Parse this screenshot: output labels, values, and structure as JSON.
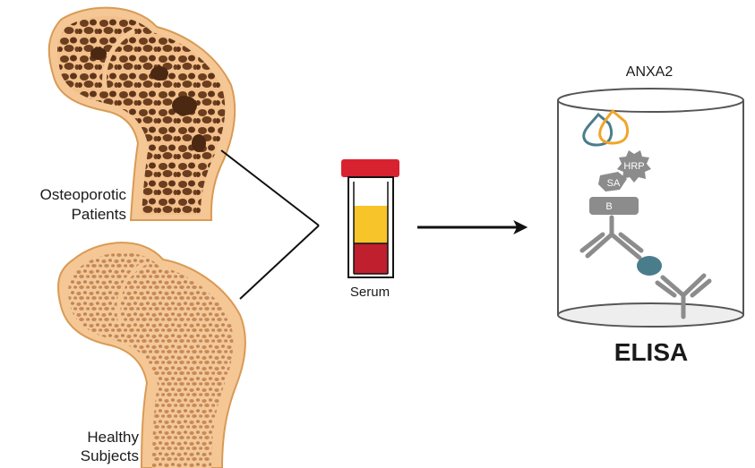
{
  "bones": {
    "osteoporotic": {
      "label_line1": "Osteoporotic",
      "label_line2": "Patients"
    },
    "healthy": {
      "label_line1": "Healthy",
      "label_line2": "Subjects"
    }
  },
  "tube": {
    "label": "Serum"
  },
  "assay": {
    "antigen": "ANXA2",
    "method": "ELISA",
    "components": {
      "enzyme": "HRP",
      "streptavidin": "SA",
      "biotin": "B"
    }
  },
  "colors": {
    "bone_shell": "#f5c795",
    "bone_outline": "#d99a55",
    "osteo_pore": "#6b3e1f",
    "healthy_pore": "#c88a55",
    "tube_cap": "#d8222f",
    "serum_yellow": "#f7c52a",
    "blood_red": "#c01f2e",
    "antibody_gray": "#8c8c8c",
    "antigen_teal": "#4a7d8c",
    "substrate_orange": "#f0a52a"
  }
}
